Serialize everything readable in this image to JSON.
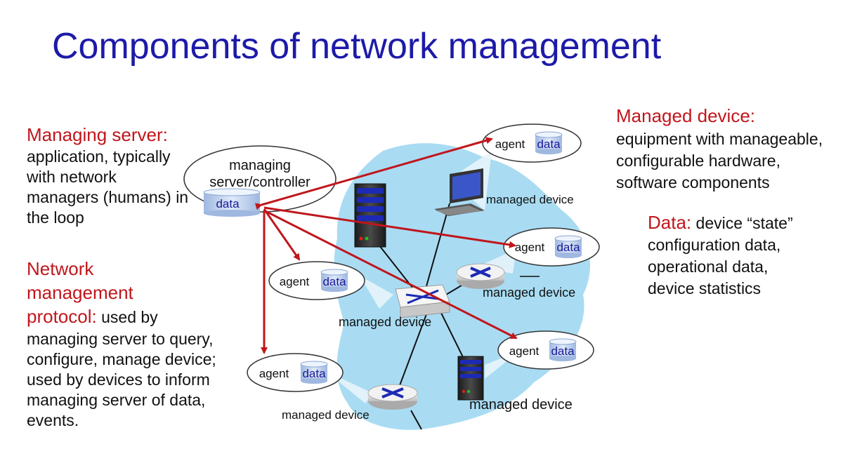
{
  "title": "Components of network management",
  "managing_server": {
    "heading": "Managing server:",
    "lines": [
      "application, typically",
      "with network",
      "managers (humans) in",
      "the loop"
    ]
  },
  "protocol": {
    "heading_lines": [
      "Network",
      "management"
    ],
    "heading_last": "protocol:",
    "heading_tail": " used by",
    "lines": [
      "managing server to query,",
      "configure, manage device;",
      "used by devices to inform",
      "managing server of data,",
      "events."
    ]
  },
  "managed_device": {
    "heading": "Managed device:",
    "lines": [
      "equipment with manageable,",
      "configurable hardware,",
      "software components"
    ]
  },
  "data_section": {
    "heading": "Data:",
    "heading_tail": " device “state”",
    "lines": [
      "configuration data,",
      "operational data,",
      "device statistics"
    ]
  },
  "diagram": {
    "controller_label_1": "managing",
    "controller_label_2": "server/controller",
    "controller_data": "data",
    "agent_label": "agent",
    "data_label": "data",
    "device_label": "managed device",
    "colors": {
      "accent_red": "#c0161c",
      "title_blue": "#1d1aa8",
      "cloud": "#a9dcf3",
      "data_blue": "#1a1a9a"
    }
  }
}
